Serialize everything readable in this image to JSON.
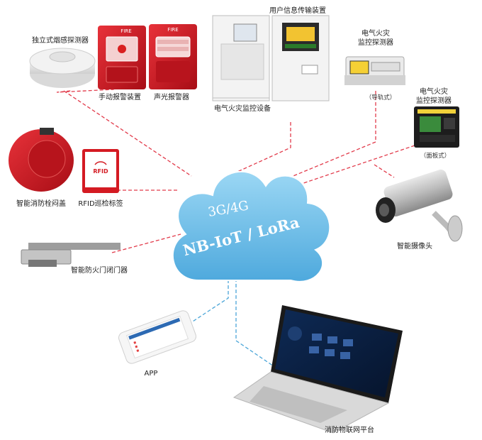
{
  "network": {
    "line1": "3G/4G",
    "line2": "NB-IoT / LoRa"
  },
  "colors": {
    "cloud": "#63b8e6",
    "cloud_light": "#8dd0f2",
    "red_link": "#e23b4b",
    "blue_link": "#4aa5d8",
    "device_red": "#c9131d"
  },
  "devices": {
    "smoke_detector": "独立式烟感探测器",
    "manual_alarm": "手动报警装置",
    "sound_light_alarm": "声光报警器",
    "manual_alarm_text": "FIRE",
    "sound_light_text": "FIRE",
    "electrical_fire_equipment": "电气火灾监控设备",
    "user_info_device": "用户信息传输装置",
    "rail_detector_line1": "电气火灾",
    "rail_detector_line2": "监控探测器",
    "rail_detector_type": "（导轨式）",
    "panel_detector_line1": "电气火灾",
    "panel_detector_line2": "监控探测器",
    "panel_detector_type": "（面板式）",
    "hydrant_cap": "智能消防栓闷盖",
    "rfid_tag": "RFID巡检标签",
    "rfid_text": "RFID",
    "camera": "智能摄像头",
    "door_closer": "智能防火门闭门器",
    "app": "APP",
    "platform": "消防物联网平台"
  }
}
